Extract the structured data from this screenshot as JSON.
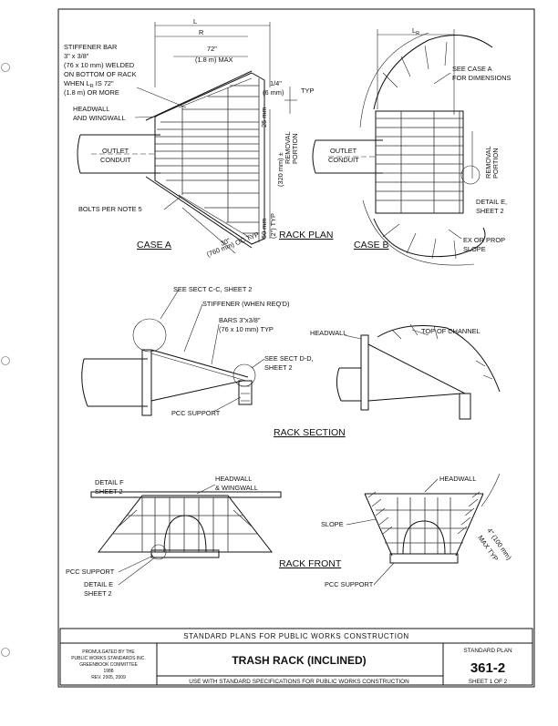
{
  "views": {
    "case_a": {
      "title": "CASE A",
      "labels": {
        "stiffener": [
          "STIFFENER BAR",
          "3\" x 3/8\"",
          "(76 x 10 mm) WELDED",
          "ON BOTTOM OF RACK",
          "WHEN L",
          "R",
          " IS 72\"",
          "(1.8 m) OR MORE"
        ],
        "headwall": [
          "HEADWALL",
          "AND WINGWALL"
        ],
        "outlet": [
          "OUTLET",
          "CONDUIT"
        ],
        "bolts": "BOLTS PER NOTE 5",
        "dim_L": "L",
        "dim_R": "R",
        "dim_72": "72\"",
        "dim_72m": "(1.8 m) MAX",
        "dim_quarter": "1/4\"",
        "dim_quarter_m": "(6 mm)",
        "typ": "TYP",
        "dim_25": "25 mm",
        "dim_12": "(320 mm) ±",
        "removal": [
          "REMOVAL",
          "PORTION"
        ],
        "dim_50": "50 mm",
        "dim_typ2": "(2\") TYP",
        "dim_30": "30\"",
        "dim_760": "(760 mm) OC TYP"
      }
    },
    "rack_plan": {
      "title": "RACK PLAN"
    },
    "case_b": {
      "title": "CASE B",
      "labels": {
        "lr": "L",
        "lr_sub": "R",
        "see_case_a": [
          "SEE CASE A",
          "FOR DIMENSIONS"
        ],
        "outlet": [
          "OUTLET",
          "CONDUIT"
        ],
        "removal": [
          "REMOVAL",
          "PORTION"
        ],
        "detail_e": [
          "DETAIL E,",
          "SHEET 2"
        ],
        "ex_slope": [
          "EX OR PROP",
          "SLOPE"
        ]
      }
    },
    "rack_section": {
      "title": "RACK SECTION",
      "labels": {
        "see_cc": "SEE SECT C-C, SHEET 2",
        "stiffener": "STIFFENER (WHEN REQ'D)",
        "bars": [
          "BARS 3\"x3/8\"",
          "(76 x 10 mm) TYP"
        ],
        "see_dd": [
          "SEE SECT D-D,",
          "SHEET 2"
        ],
        "pcc": "PCC SUPPORT",
        "headwall": "HEADWALL",
        "top_channel": "TOP OF CHANNEL"
      }
    },
    "rack_front": {
      "title": "RACK FRONT",
      "labels": {
        "detail_f": [
          "DETAIL F",
          "SHEET 2"
        ],
        "headwall_wing": [
          "HEADWALL",
          "& WINGWALL"
        ],
        "pcc_left": "PCC SUPPORT",
        "detail_e": [
          "DETAIL E",
          "SHEET 2"
        ],
        "headwall_r": "HEADWALL",
        "slope": "SLOPE",
        "dim_4": "4\" (100 mm)",
        "max_typ": "MAX TYP",
        "pcc_right": "PCC SUPPORT"
      }
    }
  },
  "title_block": {
    "header": "STANDARD PLANS FOR PUBLIC WORKS CONSTRUCTION",
    "publisher": [
      "PROMULGATED BY THE",
      "PUBLIC WORKS STANDARDS INC.",
      "GREENBOOK COMMITTEE",
      "1988",
      "REV. 2005, 2009"
    ],
    "title": "TRASH RACK (INCLINED)",
    "footer": "USE WITH STANDARD SPECIFICATIONS FOR PUBLIC WORKS CONSTRUCTION",
    "plan_label": "STANDARD PLAN",
    "plan_number": "361-2",
    "sheet": "SHEET 1 OF 2"
  }
}
